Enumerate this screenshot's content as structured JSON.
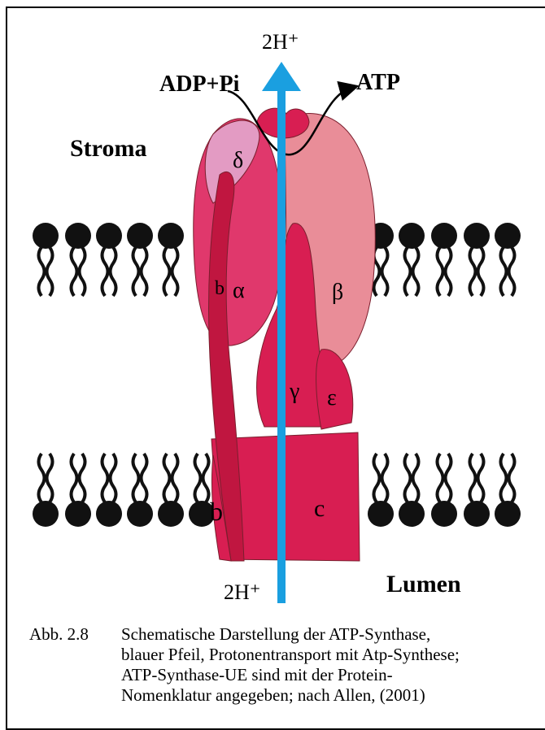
{
  "labels": {
    "h_top": "2H⁺",
    "h_bottom": "2H⁺",
    "adp": "ADP+Pi",
    "atp": "ATP",
    "stroma": "Stroma",
    "lumen": "Lumen"
  },
  "subunits": {
    "delta": "δ",
    "alpha": "α",
    "beta": "β",
    "gamma": "γ",
    "epsilon": "ε",
    "b_upper": "b",
    "b_lower": "b",
    "c": "c"
  },
  "colors": {
    "arrow": "#1a9fe0",
    "crimson": "#d81e52",
    "dark_red": "#c01640",
    "beta": "#e98d98",
    "delta": "#e39bc3",
    "alpha": "#e0386c",
    "lipid": "#111111"
  },
  "caption": {
    "number": "Abb. 2.8",
    "text": "Schematische Darstellung der ATP-Synthase,\nblauer Pfeil, Protonentransport mit Atp-Synthese;\nATP-Synthase-UE sind mit der Protein-\nNomenklatur angegeben; nach Allen, (2001)"
  }
}
